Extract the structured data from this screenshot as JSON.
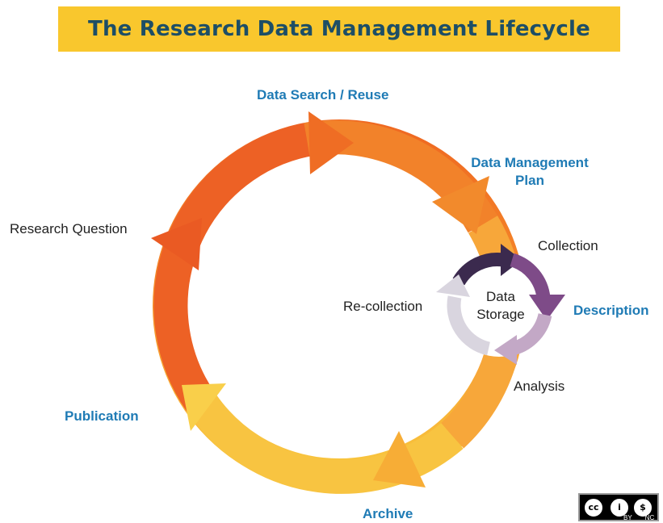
{
  "title": "The Research Data Management Lifecycle",
  "outer_cycle": {
    "stages": [
      {
        "id": "data-search-reuse",
        "label": "Data Search / Reuse"
      },
      {
        "id": "data-management-plan",
        "label_lines": [
          "Data Management",
          "Plan"
        ]
      },
      {
        "id": "description",
        "label": "Description"
      },
      {
        "id": "archive",
        "label": "Archive"
      },
      {
        "id": "publication",
        "label": "Publication"
      },
      {
        "id": "research-question",
        "label": "Research Question"
      }
    ]
  },
  "inner_cycle": {
    "center_lines": [
      "Data",
      "Storage"
    ],
    "stages": [
      {
        "id": "collection",
        "label": "Collection"
      },
      {
        "id": "analysis",
        "label": "Analysis"
      },
      {
        "id": "re-collection",
        "label": "Re-collection"
      }
    ]
  },
  "license_badge": {
    "symbols": [
      "cc",
      "i",
      "$"
    ],
    "text": [
      "BY",
      "NC"
    ]
  },
  "colors": {
    "title_bg": "#f9c72d",
    "title_text": "#1d4e66",
    "label_blue": "#1f7bb5",
    "ring_orange": "#ee6a24",
    "ring_yellow": "#f7c744",
    "inner_dark": "#3b2a4e",
    "inner_purple": "#7e4b88",
    "inner_lavender": "#c3a8c6",
    "inner_light": "#d9d5df"
  }
}
